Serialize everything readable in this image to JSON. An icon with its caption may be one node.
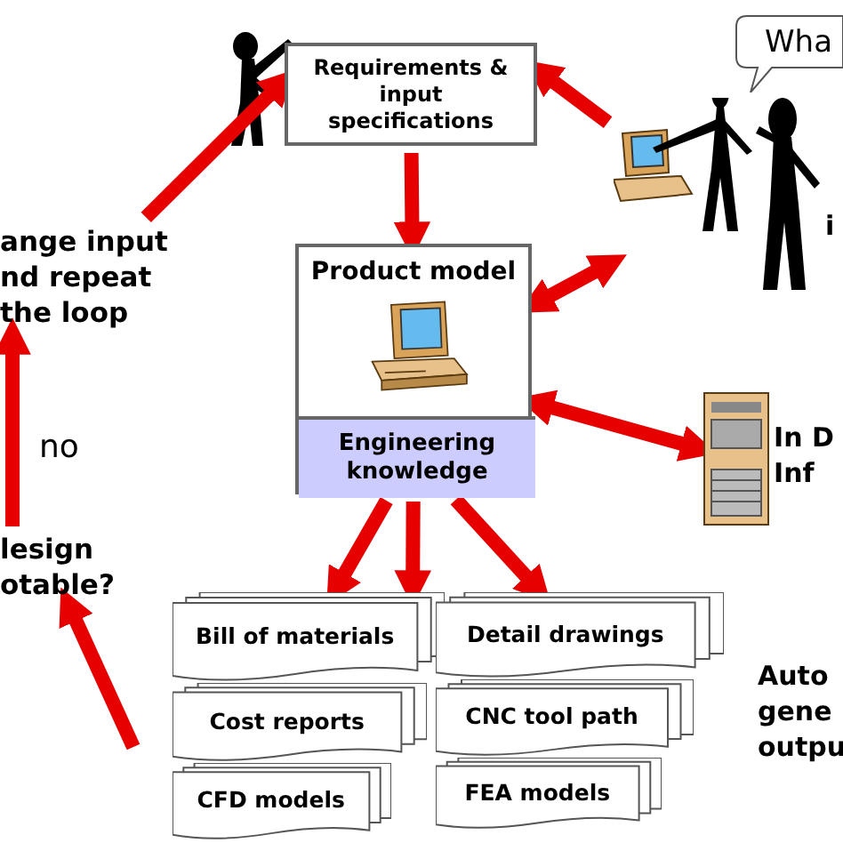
{
  "diagram": {
    "nodes": [
      {
        "text": [
          "Requirements & input specifications"
        ]
      },
      {
        "text": [
          "Product model"
        ]
      },
      {
        "text": [
          "Engineering knowledge"
        ],
        "in": 1
      },
      {
        "text": [],
        "shape": "picture",
        "beside": [
          "i"
        ]
      },
      {
        "text": [],
        "shape": "picture",
        "beside": [
          "In D Inf"
        ]
      },
      {
        "text": [
          "Bill of materials"
        ]
      },
      {
        "text": [
          "Cost reports"
        ]
      },
      {
        "text": [
          "CFD models"
        ]
      },
      {
        "text": [
          "Detail drawings"
        ]
      },
      {
        "text": [
          "CNC tool path"
        ]
      },
      {
        "text": [
          "FEA models"
        ]
      },
      {
        "text": [
          "ange input nd repeat the loop"
        ]
      },
      {
        "text": [
          "lesign otable?"
        ]
      },
      {
        "text": [
          "Wha"
        ]
      }
    ],
    "edges": [
      {
        "from": 0,
        "to": 1,
        "arrow": "to"
      },
      {
        "from": 3,
        "to": 0,
        "arrow": "to"
      },
      {
        "from": 1,
        "to": 3,
        "arrow": "both"
      },
      {
        "from": 1,
        "to": 4,
        "arrow": "both"
      },
      {
        "from": 2,
        "to": 5,
        "arrow": "to"
      },
      {
        "from": 2,
        "to": 5,
        "arrow": "to"
      },
      {
        "from": 2,
        "to": 8,
        "arrow": "to"
      },
      {
        "from": null,
        "to": 12,
        "arrow": "to"
      },
      {
        "from": 12,
        "to": 11,
        "arrow": "to"
      },
      {
        "from": 11,
        "to": 0,
        "arrow": "to"
      }
    ],
    "labels": [
      "no",
      "Auto gene outpu"
    ]
  }
}
